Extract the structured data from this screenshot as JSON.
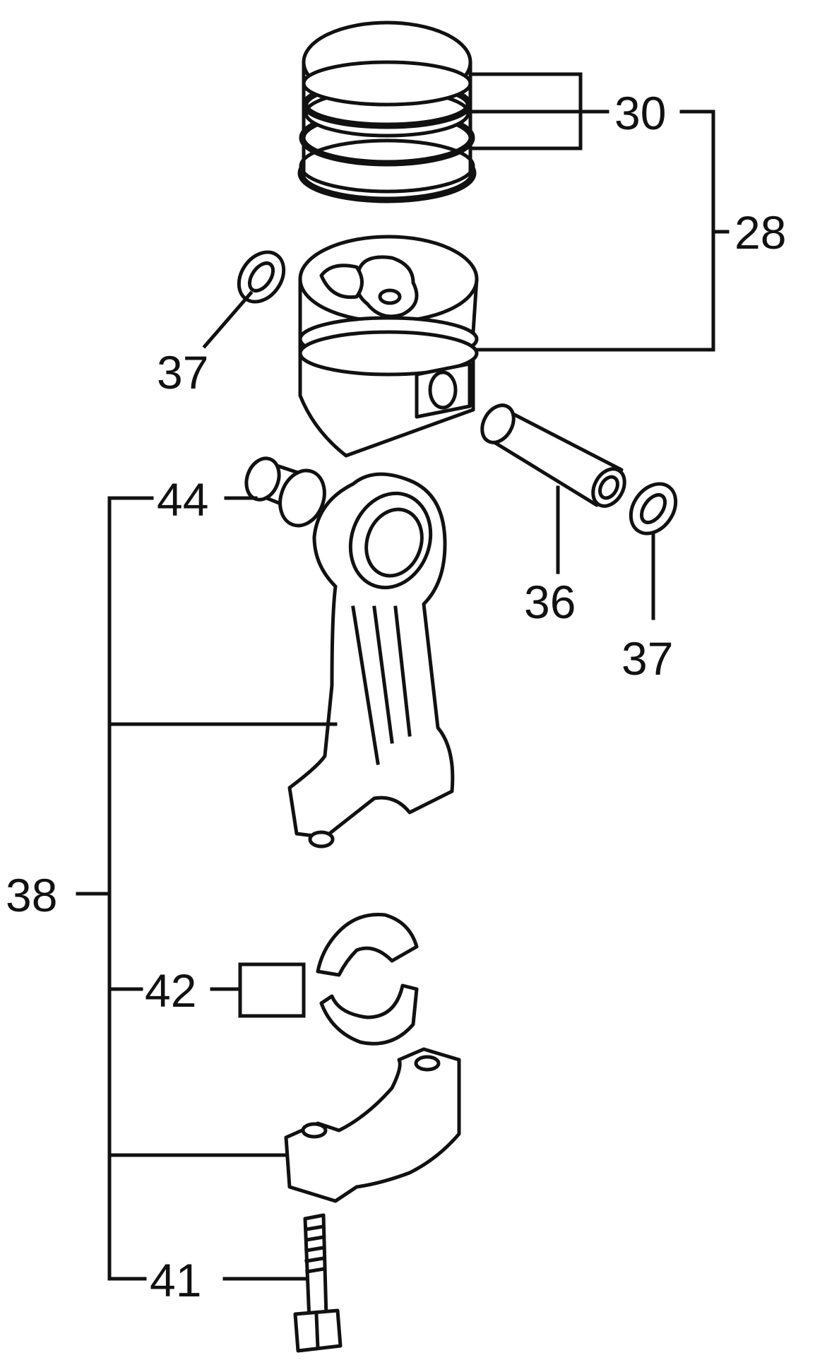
{
  "callouts": {
    "c30": "30",
    "c28": "28",
    "c37_left": "37",
    "c44": "44",
    "c36": "36",
    "c37_right": "37",
    "c38": "38",
    "c42": "42",
    "c41": "41"
  },
  "parts": [
    {
      "id": "piston-rings",
      "callout": "30"
    },
    {
      "id": "piston-assembly",
      "callout": "28"
    },
    {
      "id": "piston-pin-circlip",
      "callout": "37"
    },
    {
      "id": "small-end-bushing",
      "callout": "44"
    },
    {
      "id": "piston-pin",
      "callout": "36"
    },
    {
      "id": "connecting-rod-assembly",
      "callout": "38"
    },
    {
      "id": "bearing-shells",
      "callout": "42"
    },
    {
      "id": "connecting-rod-bolt",
      "callout": "41"
    }
  ]
}
